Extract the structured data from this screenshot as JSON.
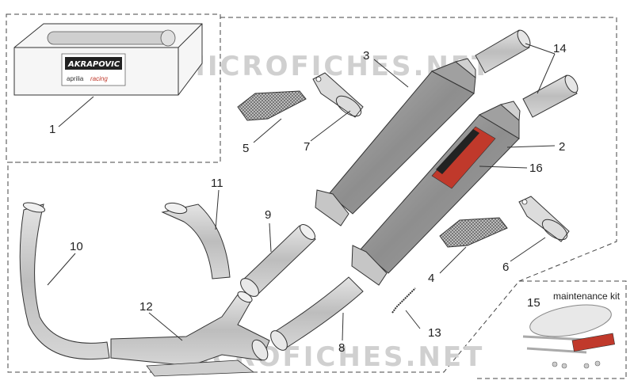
{
  "watermark": "MICROFICHES.NET",
  "callouts": {
    "c1": "1",
    "c2": "2",
    "c3": "3",
    "c4": "4",
    "c5": "5",
    "c6": "6",
    "c7": "7",
    "c8": "8",
    "c9": "9",
    "c10": "10",
    "c11": "11",
    "c12": "12",
    "c13": "13",
    "c14": "14",
    "c15": "15",
    "c16": "16"
  },
  "kit_label": "maintenance kit",
  "logo": {
    "brand": "AKRAPOVIC",
    "maker": "aprilia",
    "line": "racing"
  },
  "colors": {
    "muffler": "#9a9a9a",
    "pipe": "#c8c8c8",
    "line": "#333333",
    "logo_red": "#c0392b"
  }
}
